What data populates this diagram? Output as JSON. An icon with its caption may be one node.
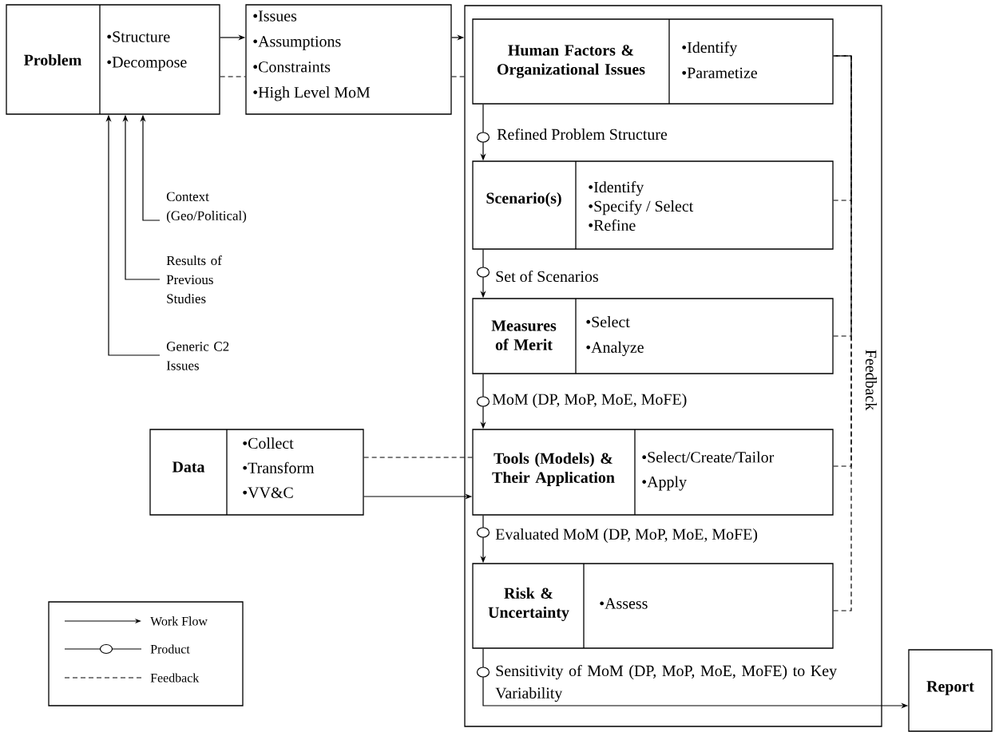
{
  "diagram": {
    "nodes": [
      {
        "text": [
          "Problem",
          "•Structure",
          "•Decompose"
        ]
      },
      {
        "text": [
          "•Issues",
          "•Assumptions",
          "•Constraints",
          "•High Level MoM"
        ]
      },
      {
        "text": [],
        "shape": "box"
      },
      {
        "text": [
          "Human Factors & Organizational Issues",
          "•Identify",
          "•Parametize"
        ],
        "in": 2
      },
      {
        "text": [
          "Scenario(s)",
          "•Identify",
          "•Specify / Select",
          "•Refine"
        ],
        "in": 2
      },
      {
        "text": [
          "Measures of Merit",
          "•Select",
          "•Analyze"
        ],
        "in": 2
      },
      {
        "text": [
          "Tools (Models) & Their Application",
          "•Select/Create/Tailor",
          "•Apply"
        ],
        "in": 2
      },
      {
        "text": [
          "Risk & Uncertainty",
          "•Assess"
        ],
        "in": 2
      },
      {
        "text": [
          "Report"
        ]
      },
      {
        "text": [
          "Data",
          "•Collect",
          "•Transform",
          "•VV&C"
        ]
      },
      {
        "text": [
          "Context (Geo/Political)"
        ]
      },
      {
        "text": [
          "Results of Previous Studies"
        ]
      },
      {
        "text": [
          "Generic C2 Issues"
        ]
      }
    ],
    "edges": [
      {
        "from": 0,
        "to": 1,
        "arrow": "to"
      },
      {
        "from": 0,
        "to": 1,
        "arrow": "none",
        "style": "dashed"
      },
      {
        "from": 1,
        "to": 2,
        "arrow": "to"
      },
      {
        "from": 1,
        "to": 2,
        "arrow": "none",
        "style": "dashed"
      },
      {
        "from": 3,
        "to": 4,
        "arrow": "to",
        "label": "Refined Problem Structure"
      },
      {
        "from": 4,
        "to": 5,
        "arrow": "to",
        "label": "Set of Scenarios"
      },
      {
        "from": 5,
        "to": 6,
        "arrow": "to",
        "label": "MoM (DP, MoP, MoE, MoFE)"
      },
      {
        "from": 6,
        "to": 7,
        "arrow": "to",
        "label": "Evaluated MoM (DP, MoP, MoE, MoFE)"
      },
      {
        "from": 7,
        "to": 8,
        "arrow": "to",
        "label": "Sensitivity of MoM (DP, MoP, MoE, MoFE) to Key Variability"
      },
      {
        "from": 9,
        "to": 6,
        "arrow": "to"
      },
      {
        "from": 9,
        "to": 6,
        "arrow": "none",
        "style": "dashed"
      },
      {
        "from": 10,
        "to": 0,
        "arrow": "to"
      },
      {
        "from": 11,
        "to": 0,
        "arrow": "to"
      },
      {
        "from": 12,
        "to": 0,
        "arrow": "to"
      },
      {
        "from": 4,
        "to": 3,
        "arrow": "none",
        "style": "dashed"
      },
      {
        "from": 5,
        "to": 3,
        "arrow": "none",
        "style": "dashed"
      },
      {
        "from": 6,
        "to": 3,
        "arrow": "none",
        "style": "dashed"
      },
      {
        "from": 7,
        "to": 3,
        "arrow": "none",
        "style": "dashed"
      }
    ],
    "labels": [
      "Feedback"
    ],
    "legend": [
      {
        "text": "Work Flow"
      },
      {
        "text": "Product"
      },
      {
        "text": "Feedback"
      }
    ]
  }
}
